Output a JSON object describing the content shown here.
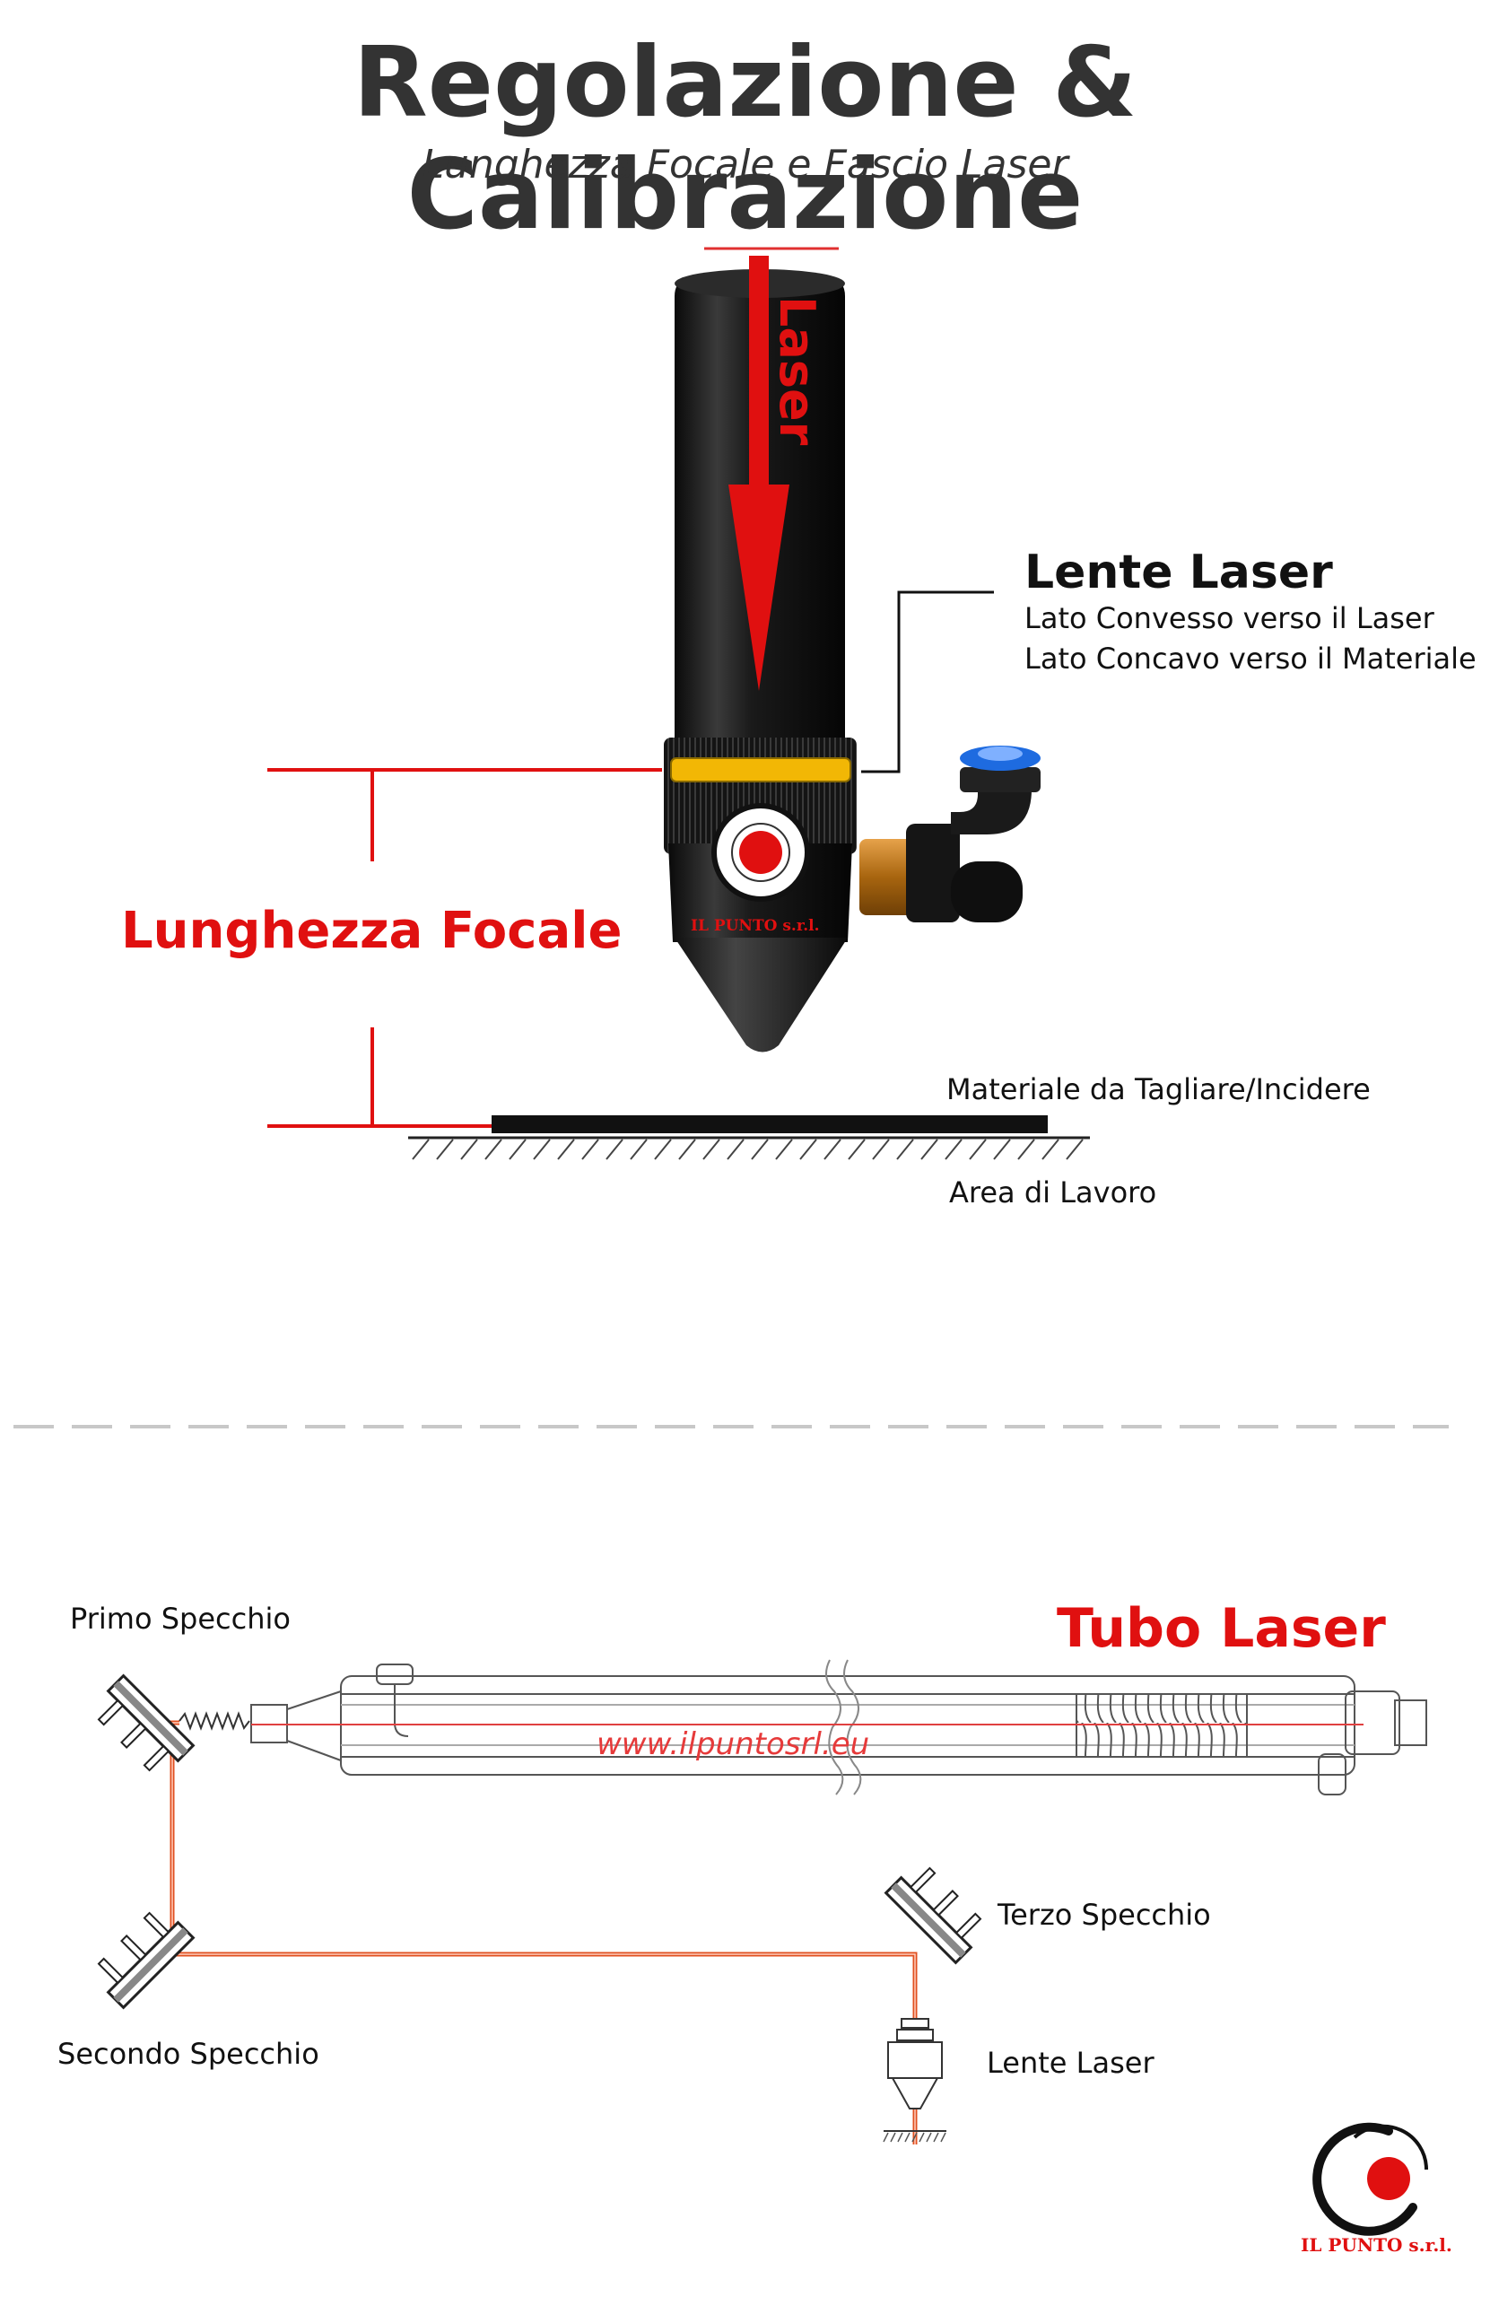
{
  "header": {
    "title": "Regolazione & Calibrazione",
    "subtitle": "Lunghezza Focale e Fascio Laser"
  },
  "top_diagram": {
    "laser_label": "Laser",
    "lens_title": "Lente Laser",
    "lens_line1": "Lato Convesso verso il Laser",
    "lens_line2": "Lato Concavo verso il Materiale",
    "focal_length": "Lunghezza Focale",
    "material": "Materiale da Tagliare/Incidere",
    "work_area": "Area di Lavoro",
    "head_brand": "IL PUNTO s.r.l."
  },
  "bottom_diagram": {
    "tube": "Tubo Laser",
    "mirror1": "Primo Specchio",
    "mirror2": "Secondo Specchio",
    "mirror3": "Terzo Specchio",
    "lens": "Lente Laser",
    "website": "www.ilpuntosrl.eu"
  },
  "logo": {
    "text": "IL PUNTO s.r.l."
  },
  "colors": {
    "accent_red": "#e01010",
    "text_dark": "#333333",
    "ring_yellow": "#f2b705",
    "fitting_blue": "#1e6be0",
    "brass": "#c8801e"
  }
}
